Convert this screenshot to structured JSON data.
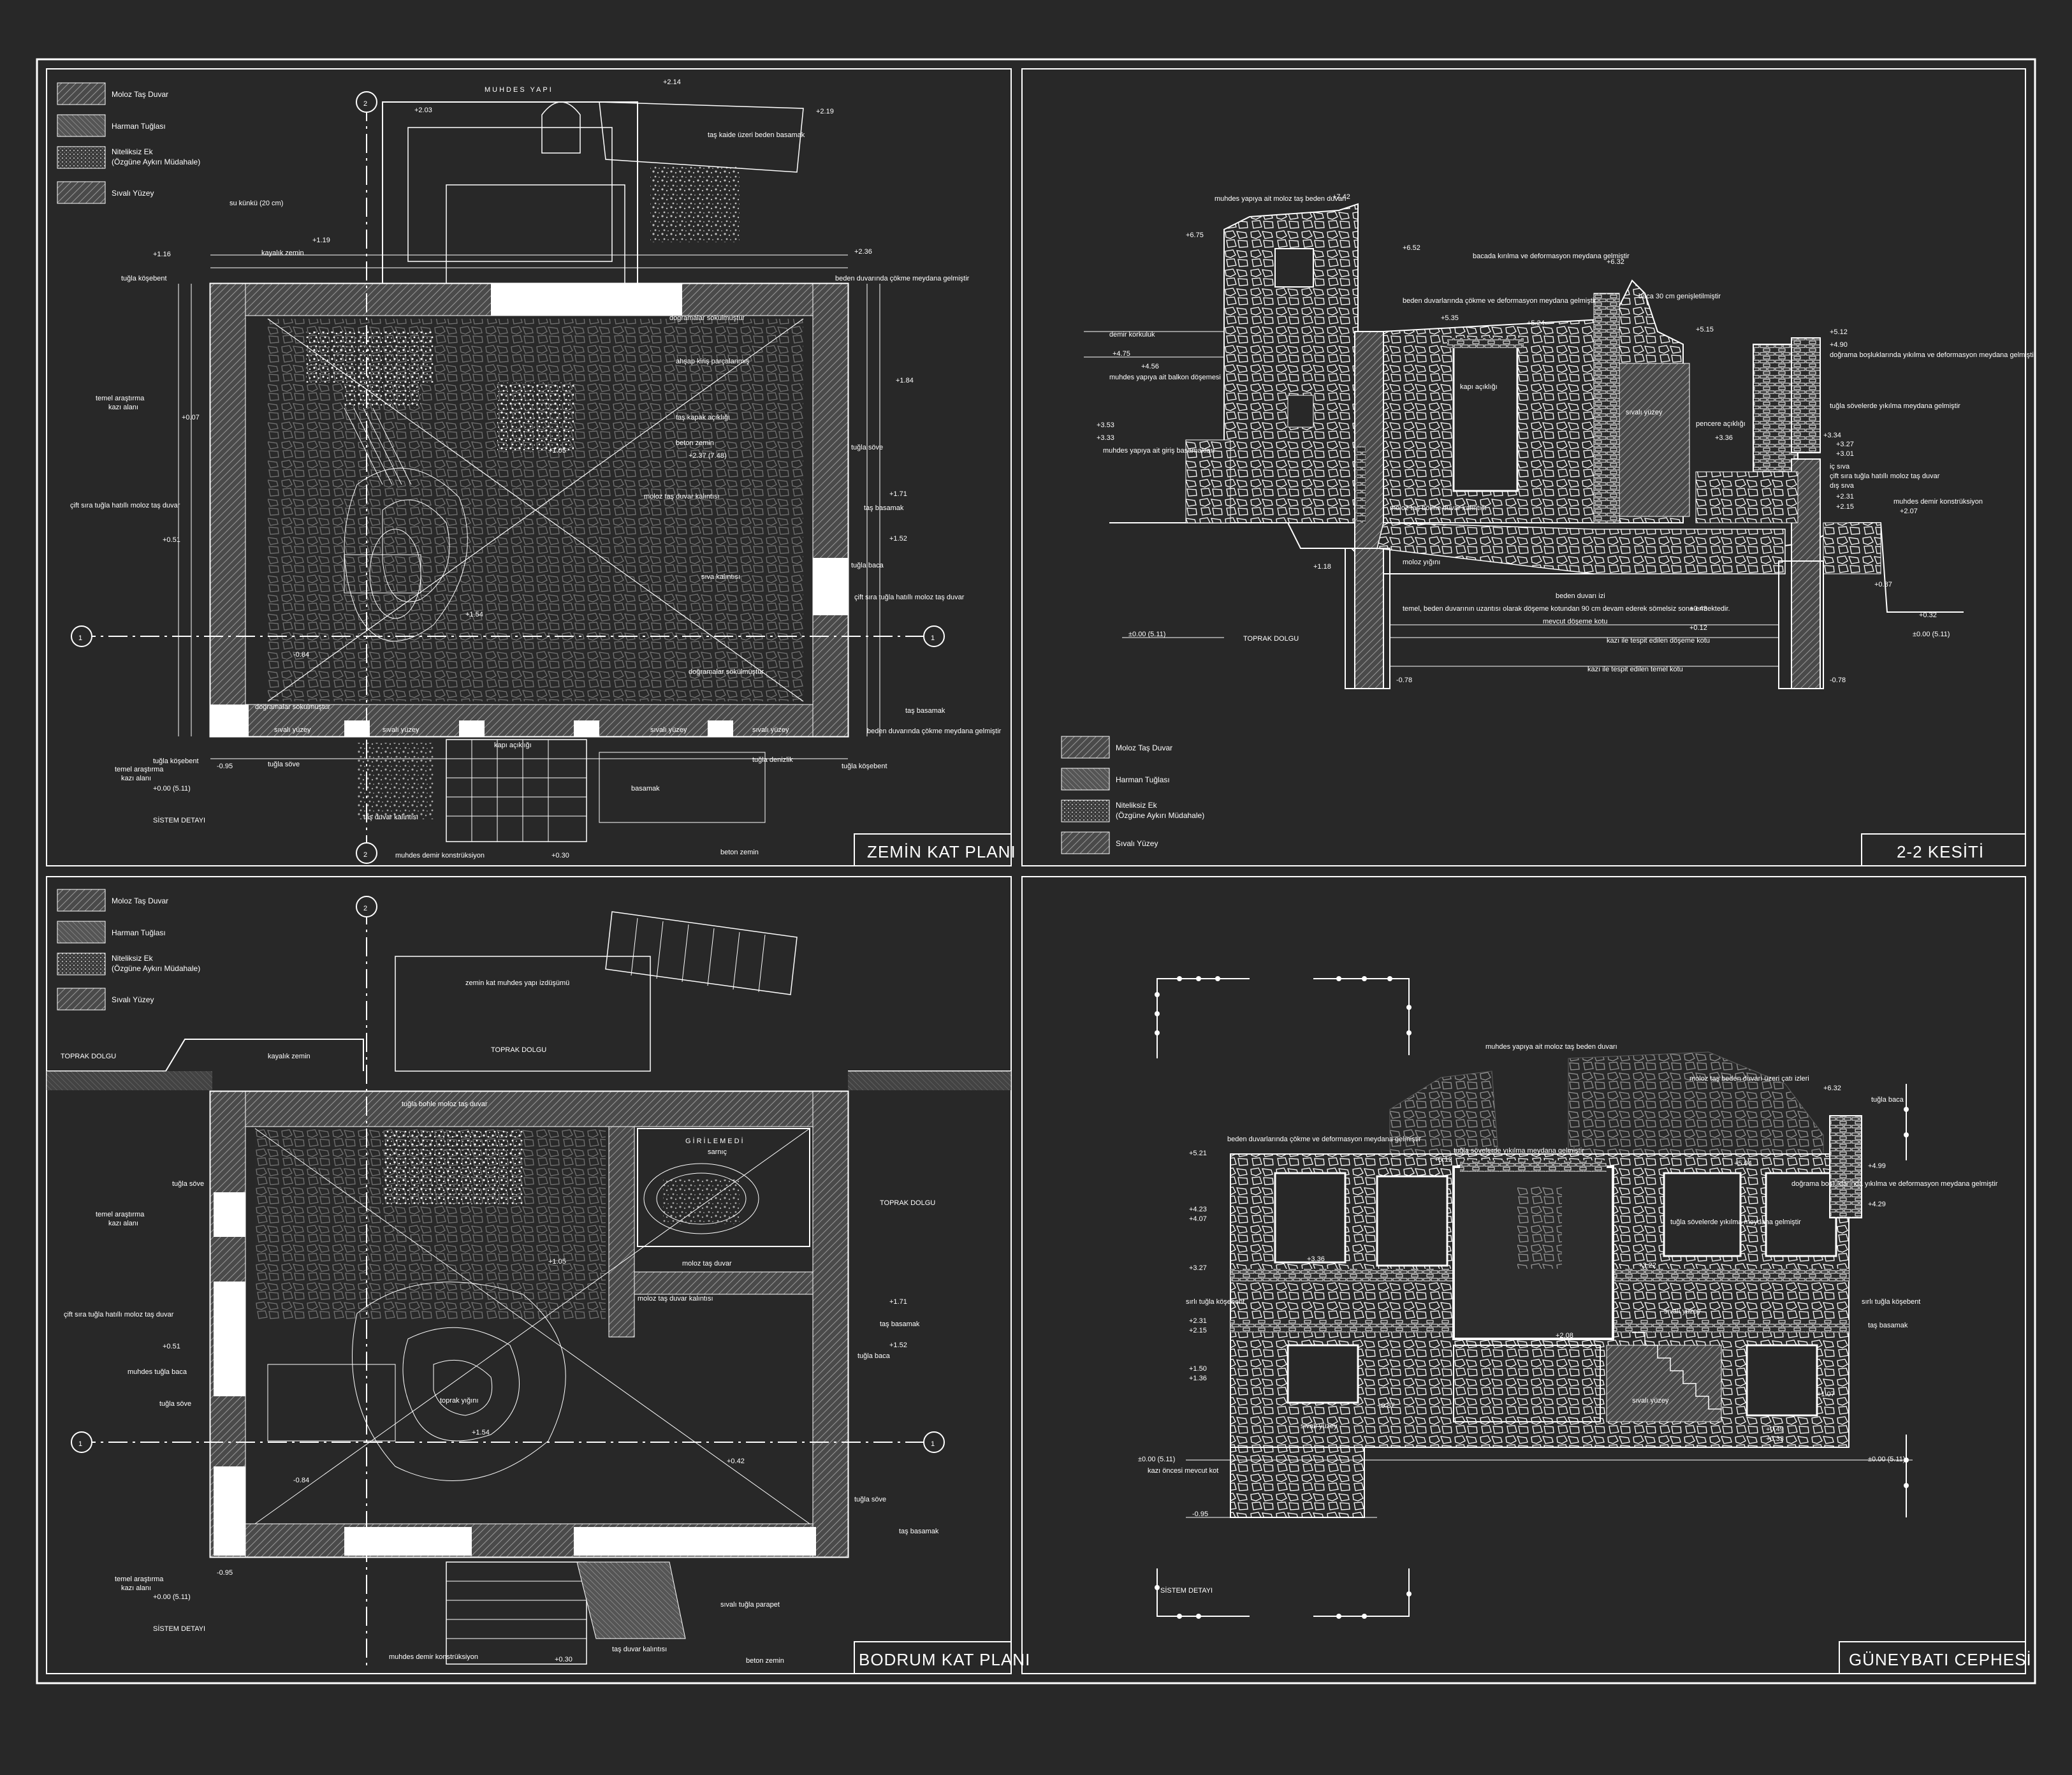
{
  "colors": {
    "background": "#282828",
    "line": "#ffffff",
    "hatch": "#9a9a9a"
  },
  "legend": {
    "items": [
      "Moloz Taş Duvar",
      "Harman Tuğlası",
      "Niteliksiz Ek",
      "(Özgüne Aykırı Müdahale)",
      "Sıvalı Yüzey"
    ]
  },
  "panels": {
    "zemin": {
      "title": "ZEMİN KAT PLANI"
    },
    "kesit": {
      "title": "2-2 KESİTİ"
    },
    "bodrum": {
      "title": "BODRUM KAT PLANI"
    },
    "cephe": {
      "title": "GÜNEYBATI CEPHESİ"
    }
  },
  "zemin_labels": {
    "muhdes_yapi": "MUHDES YAPI",
    "su_kunku": "su künkü (20 cm)",
    "kayalik_zemin": "kayalık zemin",
    "tugla_kosebent": "tuğla köşebent",
    "temel_arastirma": "temel araştırma",
    "kazi_alani": "kazı alanı",
    "cift_sira": "çift sıra tuğla hatıllı moloz taş duvar",
    "dogramalar": "doğramalar sökülmüştür",
    "ahsap_kiris": "ahşap kiriş parçalanmış",
    "tas_kapak": "taş kapak açıklığı",
    "beton_zemin": "beton zemin",
    "moloz_tas_duvar_kalintisi": "moloz taş duvar kalıntısı",
    "tugla_sove": "tuğla söve",
    "tas_basamak": "taş basamak",
    "tugla_baca": "tuğla baca",
    "siva_kalintisi": "sıva kalıntısı",
    "sivali_yuzey": "sıvalı yüzey",
    "kapi_acikligi": "kapı açıklığı",
    "tugla_denizlik": "tuğla denizlik",
    "basamak": "basamak",
    "tas_duvar_kalintisi": "taş duvar kalıntısı",
    "muhdes_demir": "muhdes demir konstrüksiyon",
    "sistem_detayi": "SİSTEM DETAYI",
    "beden_duvari": "beden duvarında çökme meydana gelmiştir",
    "taş_kaide": "taş kaide üzeri beden basamak",
    "axis_1": "1",
    "axis_2": "2",
    "lvl_a": "+2.14",
    "lvl_b": "+2.19",
    "lvl_c": "+2.03",
    "lvl_d": "+2.36",
    "lvl_e": "+1.19",
    "lvl_f": "+1.16",
    "lvl_g": "+1.05",
    "lvl_h": "+2.37 (7.48)",
    "lvl_i": "+1.71",
    "lvl_j": "+1.52",
    "lvl_k": "+1.54",
    "lvl_l": "+0.51",
    "lvl_m": "-0.84",
    "lvl_n": "+0.00 (5.11)",
    "lvl_o": "-0.95",
    "lvl_p": "+0.30",
    "lvl_q": "+1.84",
    "lvl_r": "+0.07"
  },
  "kesit_labels": {
    "muhdes_yapi_beden": "muhdes yapıya ait moloz taş beden duvarı",
    "bacada_kirilma": "bacada kırılma ve deformasyon meydana gelmiştir",
    "baca_genis": "baca 30 cm genişletilmiştir",
    "beden_cokme": "beden duvarlarında çökme ve deformasyon meydana gelmiştir",
    "demir_korkuluk": "demir korkuluk",
    "muhdes_balkon": "muhdes yapıya ait balkon döşemesi",
    "muhdes_giris": "muhdes yapıya ait giriş basamakları",
    "kapi_acikligi": "kapı açıklığı",
    "sivali_yuzey": "sıvalı yüzey",
    "pencere_acikligi": "pencere açıklığı",
    "dograma_bosluk": "doğrama boşluklarında yıkılma ve deformasyon meydana gelmiştir",
    "tugla_soveler": "tuğla sövelerde yıkılma meydana gelmiştir",
    "ic_siva": "iç sıva",
    "cift_sira": "çift sıra tuğla hatıllı moloz taş duvar",
    "dis_siva": "dış sıva",
    "muhdes_demir": "muhdes demir konstrüksiyon",
    "moloz_yigini": "moloz yığını",
    "moloz_bolme": "moloz taş bölme duvar kalıntısı",
    "beden_duvari_izi": "beden duvarı izi",
    "temel_beden": "temel, beden duvarının uzantısı olarak döşeme kotundan 90 cm devam ederek sömelsiz sona ermektedir.",
    "mevcut_doseme": "mevcut döşeme kotu",
    "kazi_doseme": "kazı ile tespit edilen döşeme kotu",
    "kazi_temel": "kazı ile tespit edilen temel kotu",
    "toprak_dolgu": "TOPRAK DOLGU",
    "lvl_1": "+7.42",
    "lvl_2": "+6.75",
    "lvl_3": "+6.52",
    "lvl_4": "+6.32",
    "lvl_5": "+5.35",
    "lvl_6": "+5.24",
    "lvl_7": "+5.15",
    "lvl_8": "+5.12",
    "lvl_9": "+4.90",
    "lvl_10": "+4.75",
    "lvl_11": "+4.56",
    "lvl_12": "+3.53",
    "lvl_13": "+3.33",
    "lvl_14": "+3.36",
    "lvl_15": "+3.34",
    "lvl_16": "+3.27",
    "lvl_17": "+3.01",
    "lvl_18": "+2.31",
    "lvl_19": "+2.15",
    "lvl_20": "+2.07",
    "lvl_21": "+1.18",
    "lvl_22": "+0.87",
    "lvl_23": "+0.43",
    "lvl_24": "+0.32",
    "lvl_25": "+0.12",
    "lvl_26": "±0.00 (5.11)",
    "lvl_27": "-0.78"
  },
  "bodrum_labels": {
    "toprak_dolgu": "TOPRAK DOLGU",
    "zemin_kat_izdusumu": "zemin kat muhdes yapı izdüşümü",
    "kayalik_zemin": "kayalık zemin",
    "tugla_bohle": "tuğla bohle moloz taş duvar",
    "girilemedi": "GİRİLEMEDİ",
    "sarnic": "sarnıç",
    "moloz_tas_duvar": "moloz taş duvar",
    "tugla_sove": "tuğla söve",
    "tugla_baca": "tuğla baca",
    "muhdes_tugla_baca": "muhdes tuğla baca",
    "tas_basamak": "taş basamak",
    "toprak_yigini": "toprak yığını",
    "moloz_tas_duvar_kalintisi": "moloz taş duvar kalıntısı",
    "sivali_tugla_parapet": "sıvalı tuğla parapet",
    "tas_duvar_kalintisi": "taş duvar kalıntısı",
    "beton_zemin": "beton zemin",
    "muhdes_demir": "muhdes demir konstrüksiyon",
    "sistem_detayi": "SİSTEM DETAYI",
    "lvl_a": "+1.71",
    "lvl_b": "+1.52",
    "lvl_c": "+0.51",
    "lvl_d": "+1.05",
    "lvl_e": "+1.54",
    "lvl_f": "+0.42",
    "lvl_g": "+0.00 (5.11)",
    "lvl_h": "+0.30",
    "lvl_i": "-0.84",
    "lvl_j": "-0.95"
  },
  "cephe_labels": {
    "muhdes_beden": "muhdes yapıya ait moloz taş beden duvarı",
    "moloz_cati": "moloz taş beden duvarı üzeri çatı izleri",
    "tugla_baca": "tuğla baca",
    "beden_cokme": "beden duvarlarında çökme ve deformasyon meydana gelmiştir",
    "tugla_soveler": "tuğla sövelerde yıkılma meydana gelmiştir",
    "dograma_bosluk": "doğrama boşluklarında yıkılma ve deformasyon meydana gelmiştir",
    "sirli_tugla": "sırlı tuğla köşebent",
    "tas_basamak": "taş basamak",
    "sivali_yuzey": "sıvalı yüzey",
    "kazi_oncesi": "kazı öncesi mevcut kot",
    "sistem_detayi": "SİSTEM DETAYI",
    "lvl_1": "+6.32",
    "lvl_2": "+5.21",
    "lvl_3": "+5.12",
    "lvl_4": "+5.04",
    "lvl_5": "+4.99",
    "lvl_6": "+4.29",
    "lvl_7": "+4.23",
    "lvl_8": "+4.07",
    "lvl_9": "+3.36",
    "lvl_10": "+3.27",
    "lvl_11": "+3.22",
    "lvl_12": "+2.31",
    "lvl_13": "+2.15",
    "lvl_14": "+2.08",
    "lvl_15": "+1.50",
    "lvl_16": "+1.36",
    "lvl_17": "+1.07",
    "lvl_18": "+0.87",
    "lvl_19": "+0.49",
    "lvl_20": "+0.33",
    "lvl_21": "±0.00 (5.11)",
    "lvl_22": "-0.95"
  }
}
